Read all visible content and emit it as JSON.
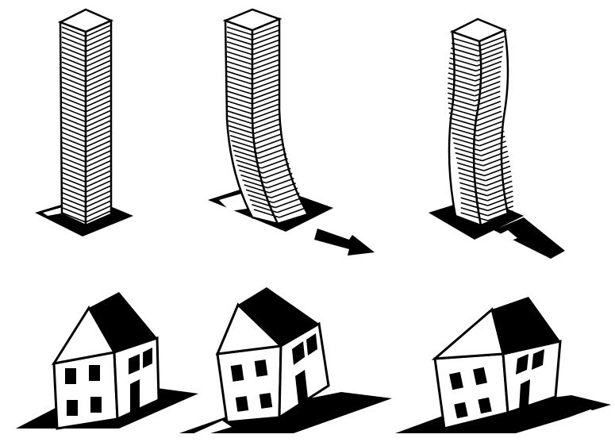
{
  "figure": {
    "colors": {
      "ink": "#000000",
      "paper": "#ffffff"
    },
    "panels": [
      {
        "subject": "tower",
        "state": "at rest"
      },
      {
        "subject": "tower",
        "state": "swaying, ground moving right"
      },
      {
        "subject": "tower",
        "state": "swaying, ground moving back"
      },
      {
        "subject": "house",
        "state": "at rest"
      },
      {
        "subject": "house",
        "state": "tilting"
      },
      {
        "subject": "house",
        "state": "tilting more"
      }
    ]
  }
}
